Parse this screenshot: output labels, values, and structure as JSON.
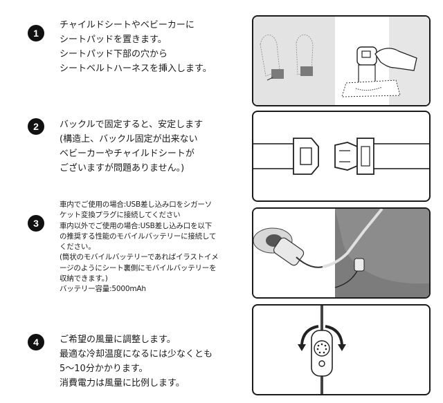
{
  "steps": [
    {
      "number": "1",
      "text": "チャイルドシートやベビーカーに\nシートパッドを置きます。\nシートパッド下部の穴から\nシートベルトハーネスを挿入します。"
    },
    {
      "number": "2",
      "text": "バックルで固定すると、安定します\n(構造上、バックル固定が出来ない\nベビーカーやチャイルドシートが\nございますが問題ありません。)"
    },
    {
      "number": "3",
      "text": "車内でご使用の場合:USB差し込み口をシガーソ\nケット変換プラグに接続してください\n車内以外でご使用の場合:USB差し込み口を以下\nの推奨する性能のモバイルバッテリーに接続して\nください。\n(筒状のモバイルバッテリーであればイラストイメ\nージのようにシート裏側にモバイルバッテリーを\n収納できます。)\nバッテリー容量:5000mAh"
    },
    {
      "number": "4",
      "text": "ご希望の風量に調整します。\n最適な冷却温度になるには少なくとも\n5～10分かかります。\n消費電力は風量に比例します。"
    }
  ]
}
